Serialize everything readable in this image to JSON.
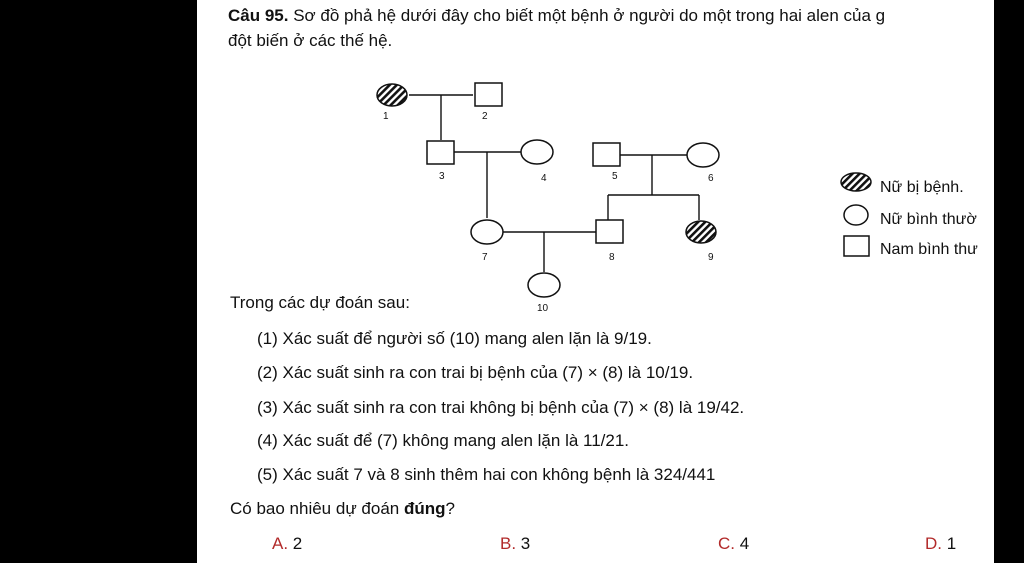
{
  "question": {
    "number": "Câu 95.",
    "line1": "Sơ đồ phả hệ dưới đây cho biết một bệnh ở người do một trong hai alen của g",
    "line2": "đột biến ở các thế hệ."
  },
  "pedigree": {
    "labels": [
      "1",
      "2",
      "3",
      "4",
      "5",
      "6",
      "7",
      "8",
      "9",
      "10"
    ]
  },
  "legend": {
    "affected_female": "Nữ bị bệnh.",
    "normal_female": "Nữ bình thườ",
    "normal_male": "Nam bình thư"
  },
  "prompt": "Trong các dự đoán sau:",
  "statements": [
    "(1) Xác suất để người số (10) mang alen lặn là 9/19.",
    "(2) Xác suất sinh ra con trai bị bệnh của (7) × (8) là 10/19.",
    "(3) Xác suất sinh ra con trai không bị bệnh của (7) × (8) là 19/42.",
    "(4) Xác suất để (7) không mang alen lặn là 11/21.",
    "(5) Xác suất 7 và 8 sinh thêm hai con không bệnh là 324/441"
  ],
  "ask": {
    "prefix": "Có bao nhiêu dự đoán ",
    "bold": "đúng",
    "suffix": "?"
  },
  "options": [
    {
      "letter": "A.",
      "value": "2"
    },
    {
      "letter": "B.",
      "value": "3"
    },
    {
      "letter": "C.",
      "value": "4"
    },
    {
      "letter": "D.",
      "value": "1"
    }
  ],
  "colors": {
    "option_letter": "#b22a2a",
    "text": "#111111",
    "frame": "#000000"
  }
}
